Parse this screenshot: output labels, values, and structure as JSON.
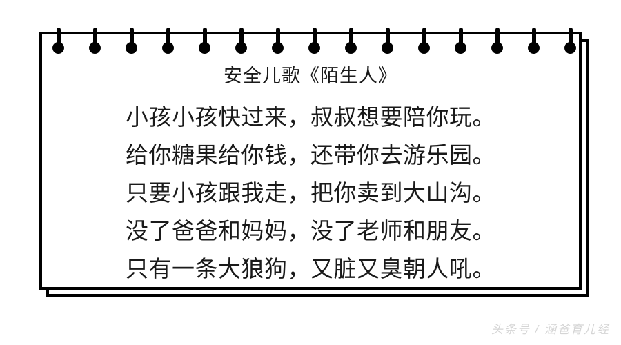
{
  "page": {
    "background_color": "#ffffff",
    "ink_color": "#000000"
  },
  "notepad": {
    "type": "spiral-bound-notepad",
    "ring_count": 15,
    "frame_color": "#000000",
    "shadow_frame_color": "#000000"
  },
  "poem": {
    "title": "安全儿歌《陌生人》",
    "lines": [
      "小孩小孩快过来，叔叔想要陪你玩。",
      "给你糖果给你钱，还带你去游乐园。",
      "只要小孩跟我走，把你卖到大山沟。",
      "没了爸爸和妈妈，没了老师和朋友。",
      "只有一条大狼狗，又脏又臭朝人吼。"
    ],
    "text_color": "#1a1a1a"
  },
  "watermark": {
    "text": "头条号 / 涵爸育儿经",
    "color": "#d5d5d5"
  }
}
